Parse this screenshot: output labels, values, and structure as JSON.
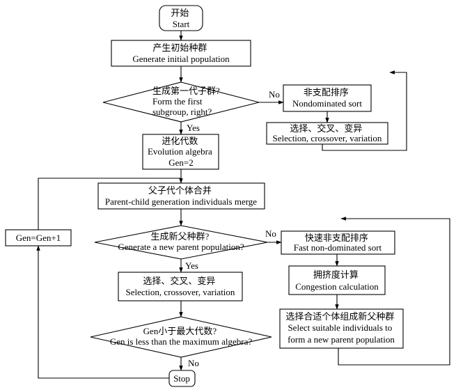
{
  "nodes": {
    "start": {
      "lines": [
        "开始",
        "Start"
      ]
    },
    "generate_pop": {
      "lines": [
        "产生初始种群",
        "Generate initial population"
      ]
    },
    "first_subgroup": {
      "lines": [
        "生成第一代子群?",
        "Form the first",
        "subgroup, right?"
      ]
    },
    "nondominated_sort": {
      "lines": [
        "非支配排序",
        "Nondominated sort"
      ]
    },
    "selection_top": {
      "lines": [
        "选择、交叉、变异",
        "Selection, crossover, variation"
      ]
    },
    "evolution_algebra": {
      "lines": [
        "进化代数",
        "Evolution algebra",
        "Gen=2"
      ]
    },
    "merge": {
      "lines": [
        "父子代个体合并",
        "Parent-child generation individuals merge"
      ]
    },
    "gen_increment": {
      "lines": [
        "Gen=Gen+1"
      ]
    },
    "new_parent_pop": {
      "lines": [
        "生成新父种群?",
        "Generate a new parent population?"
      ]
    },
    "fast_sort": {
      "lines": [
        "快速非支配排序",
        "Fast non-dominated sort"
      ]
    },
    "congestion": {
      "lines": [
        "拥挤度计算",
        "Congestion calculation"
      ]
    },
    "select_individuals": {
      "lines": [
        "选择合适个体组成新父种群",
        "Select suitable individuals to",
        "form a new parent population"
      ]
    },
    "selection_bottom": {
      "lines": [
        "选择、交叉、变异",
        "Selection, crossover, variation"
      ]
    },
    "gen_less_max": {
      "lines": [
        "Gen小于最大代数?",
        "Gen is less than the maximum algebra?"
      ]
    },
    "stop": {
      "lines": [
        "Stop"
      ]
    }
  },
  "edge_labels": {
    "no_1": "No",
    "yes_1": "Yes",
    "no_2": "No",
    "yes_2": "Yes",
    "no_3": "No"
  }
}
